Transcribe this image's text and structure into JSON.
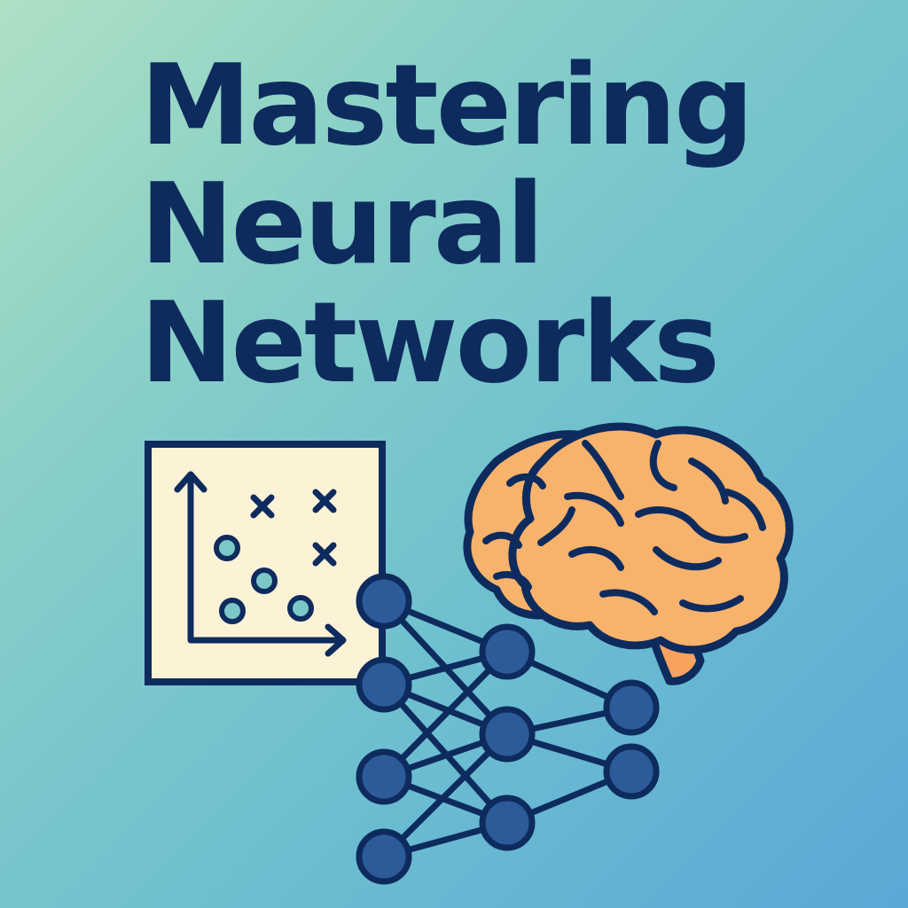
{
  "title": {
    "line1": "Mastering",
    "line2": "Neural",
    "line3": "Networks"
  },
  "colors": {
    "navy": "#0e2b5e",
    "node_blue": "#2d5b99",
    "brain_orange": "#f7b26c",
    "panel_cream": "#fcf3d7",
    "marker_teal": "#7cc7c7"
  },
  "illustrations": [
    "scatter-plot-icon",
    "neural-network-icon",
    "brain-icon"
  ]
}
